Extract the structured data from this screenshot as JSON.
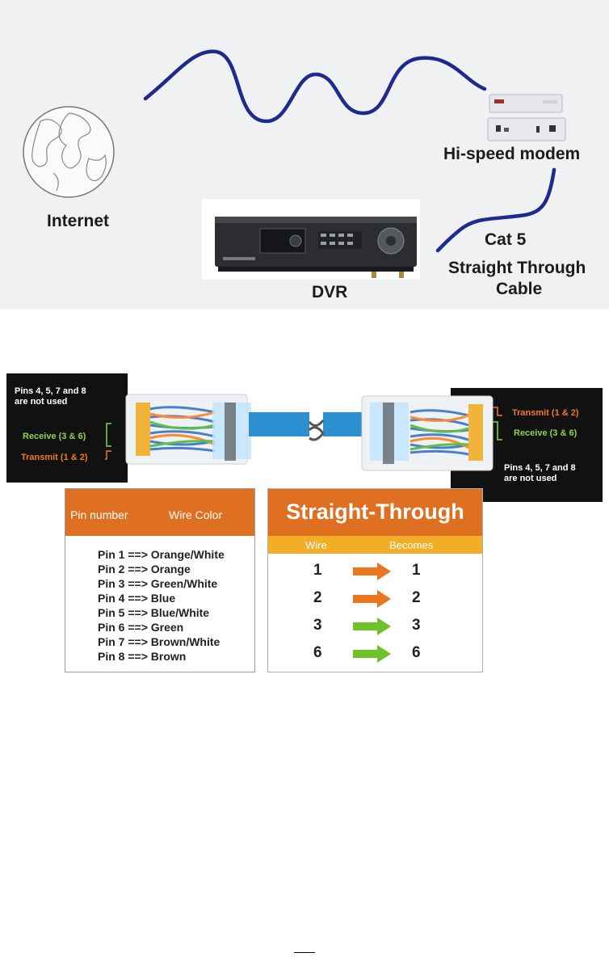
{
  "network": {
    "internet_label": "Internet",
    "modem_label": "Hi-speed modem",
    "dvr_label": "DVR",
    "cable_line1": "Cat 5",
    "cable_line2": "Straight Through",
    "cable_line3": "Cable"
  },
  "connectors": {
    "left_note_line1": "Pins 4, 5, 7 and 8",
    "left_note_line2": "are not used",
    "left_receive": "Receive (3 & 6)",
    "left_transmit": "Transmit (1 & 2)",
    "right_transmit": "Transmit (1 & 2)",
    "right_receive": "Receive (3 & 6)",
    "right_note_line1": "Pins 4, 5, 7 and 8",
    "right_note_line2": "are not used"
  },
  "pin_table": {
    "col1": "Pin number",
    "col2": "Wire Color",
    "rows": [
      "Pin 1 ==> Orange/White",
      "Pin 2 ==> Orange",
      "Pin 3 ==> Green/White",
      "Pin 4 ==> Blue",
      "Pin 5 ==> Blue/White",
      "Pin 6 ==> Green",
      "Pin 7 ==> Brown/White",
      "Pin 8 ==> Brown"
    ]
  },
  "straight_table": {
    "title": "Straight-Through",
    "col_wire": "Wire",
    "col_becomes": "Becomes",
    "rows": [
      {
        "wire": "1",
        "becomes": "1",
        "arrow_color": "#e8771f"
      },
      {
        "wire": "2",
        "becomes": "2",
        "arrow_color": "#e8771f"
      },
      {
        "wire": "3",
        "becomes": "3",
        "arrow_color": "#6fc22b"
      },
      {
        "wire": "6",
        "becomes": "6",
        "arrow_color": "#6fc22b"
      }
    ]
  },
  "colors": {
    "orange": "#e07021",
    "gold": "#f3ad26",
    "cable_blue": "#1f2a8c",
    "receive_green": "#8fd14f",
    "transmit_orange": "#f07b1f"
  }
}
